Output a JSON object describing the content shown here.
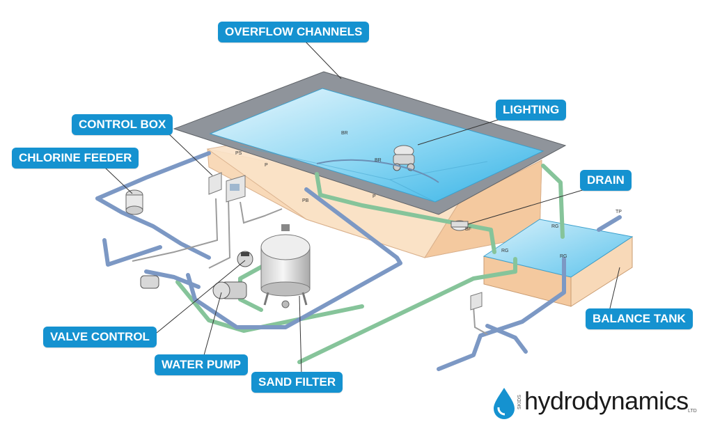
{
  "labels": {
    "overflow_channels": "OVERFLOW CHANNELS",
    "lighting": "LIGHTING",
    "control_box": "CONTROL BOX",
    "chlorine_feeder": "CHLORINE FEEDER",
    "drain": "DRAIN",
    "valve_control": "VALVE CONTROL",
    "water_pump": "WATER PUMP",
    "sand_filter": "SAND FILTER",
    "balance_tank": "BALANCE TANK"
  },
  "markers": {
    "br": "BR",
    "bf": "BF",
    "pb": "PB",
    "ps": "PS",
    "rg": "RG",
    "tp": "TP",
    "p": "P"
  },
  "logo": {
    "brand": "hydrodynamics",
    "prefix": "SKIDS",
    "suffix": "LTD"
  },
  "colors": {
    "label_bg": "#1592d0",
    "pipe_blue": "#7c98c4",
    "pipe_green": "#86c49a",
    "pool_water": "#6cc6ec",
    "pool_wall": "#f7d6b4",
    "pool_rim": "#8a8f96"
  }
}
